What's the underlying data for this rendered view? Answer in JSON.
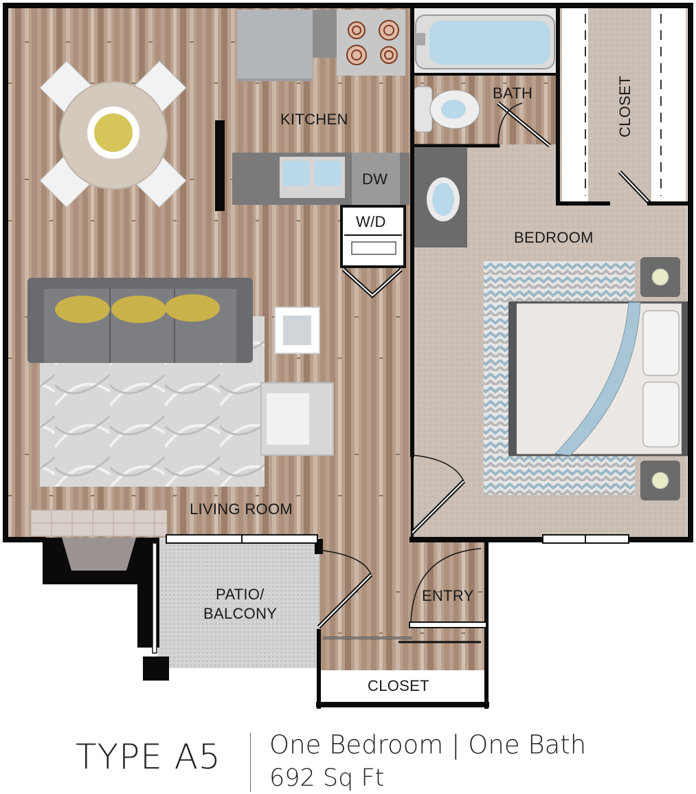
{
  "rooms": {
    "kitchen": "KITCHEN",
    "dishwasher": "DW",
    "washer_dryer": "W/D",
    "bath": "BATH",
    "closet_bedroom": "CLOSET",
    "bedroom": "BEDROOM",
    "living_room": "LIVING ROOM",
    "patio_line1": "PATIO/",
    "patio_line2": "BALCONY",
    "entry": "ENTRY",
    "closet_entry": "CLOSET"
  },
  "footer": {
    "type_name": "TYPE A5",
    "summary": "One Bedroom | One Bath",
    "area": "692 Sq Ft"
  },
  "colors": {
    "wall": "#0a0a0a",
    "wood": "#b59a86",
    "carpet": "#c9bdb3",
    "tile": "#cfcfcf",
    "counter": "#6b6b6b",
    "water": "#b9d8ea",
    "cushion": "#c9b24a"
  }
}
